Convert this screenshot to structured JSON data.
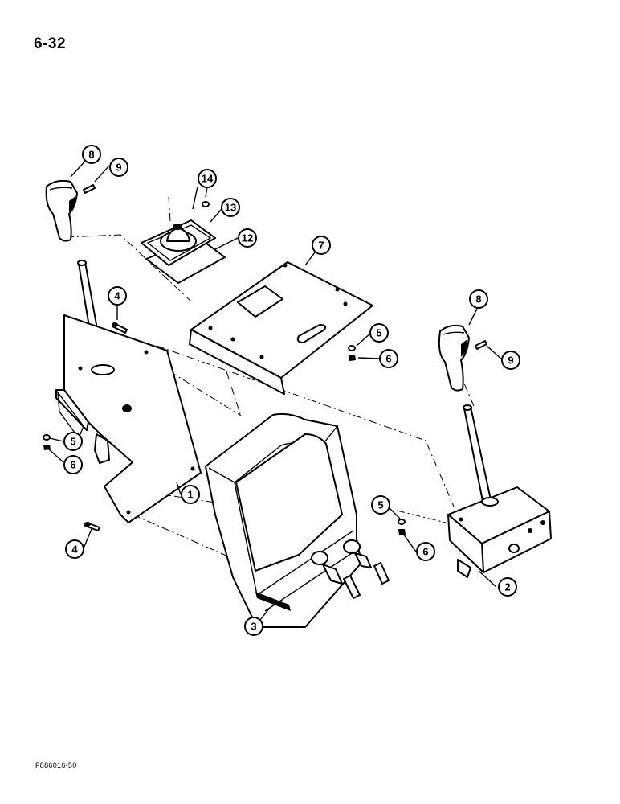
{
  "page": {
    "number": "6-32",
    "figure_id": "F886016-50"
  },
  "callouts": {
    "c8a": "8",
    "c9a": "9",
    "c14": "14",
    "c13": "13",
    "c12": "12",
    "c7": "7",
    "c4a": "4",
    "c5a": "5",
    "c6a": "6",
    "c5b": "5",
    "c6b": "6",
    "c1": "1",
    "c4b": "4",
    "c8b": "8",
    "c9b": "9",
    "c5c": "5",
    "c6c": "6",
    "c2": "2",
    "c3": "3"
  }
}
